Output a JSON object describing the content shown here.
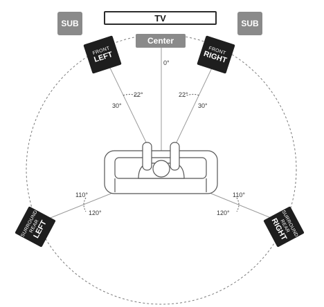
{
  "tv": {
    "label": "TV"
  },
  "sub_left": {
    "label": "SUB"
  },
  "sub_right": {
    "label": "SUB"
  },
  "center": {
    "label": "Center"
  },
  "front_left": {
    "small": "FRONT",
    "big": "LEFT"
  },
  "front_right": {
    "small": "FRONT",
    "big": "RIGHT"
  },
  "surround_left": {
    "small1": "SURROUND",
    "small2": "REAR",
    "big": "LEFT"
  },
  "surround_right": {
    "small1": "SURROUND",
    "small2": "REAR",
    "big": "RIGHT"
  },
  "angles": {
    "center": "0°",
    "front_left_inner": "22°",
    "front_left_outer": "30°",
    "front_right_inner": "22°",
    "front_right_outer": "30°",
    "surround_left_inner": "110°",
    "surround_left_outer": "120°",
    "surround_right_inner": "110°",
    "surround_right_outer": "120°"
  },
  "colors": {
    "speaker": "#1e1e1e",
    "sub_and_center": "#8a8a8a",
    "lines": "#9a9a9a"
  }
}
